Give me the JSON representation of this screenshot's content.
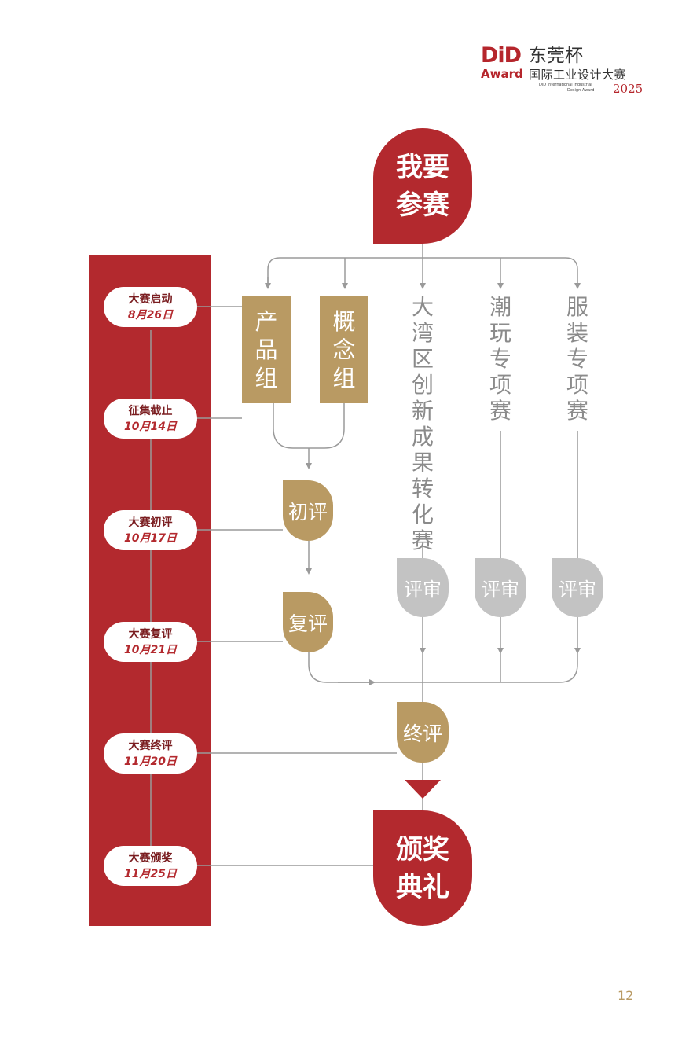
{
  "logo": {
    "did": "DiD",
    "award": "Award",
    "cn_line1": "东莞杯",
    "cn_line2": "国际工业设计大赛",
    "en_line1": "DiD International Industrial",
    "en_line2": "Design Award",
    "year": "2025"
  },
  "timeline": [
    {
      "label": "大赛启动",
      "date": "8月26日"
    },
    {
      "label": "征集截止",
      "date": "10月14日"
    },
    {
      "label": "大赛初评",
      "date": "10月17日"
    },
    {
      "label": "大赛复评",
      "date": "10月21日"
    },
    {
      "label": "大赛终评",
      "date": "11月20日"
    },
    {
      "label": "大赛颁奖",
      "date": "11月25日"
    }
  ],
  "start": {
    "line1": "我要",
    "line2": "参赛"
  },
  "groups": {
    "product": "产品组",
    "concept": "概念组",
    "bay_area": "大湾区创新成果转化赛",
    "trendy": "潮玩专项赛",
    "apparel": "服装专项赛"
  },
  "stages": {
    "preliminary": "初评",
    "secondary": "复评",
    "review": "评审",
    "final": "终评"
  },
  "end": {
    "line1": "颁奖",
    "line2": "典礼"
  },
  "page_number": "12",
  "colors": {
    "red": "#b3292e",
    "gold": "#b99a63",
    "gray": "#c3c3c3",
    "line": "#9a9a9a"
  }
}
